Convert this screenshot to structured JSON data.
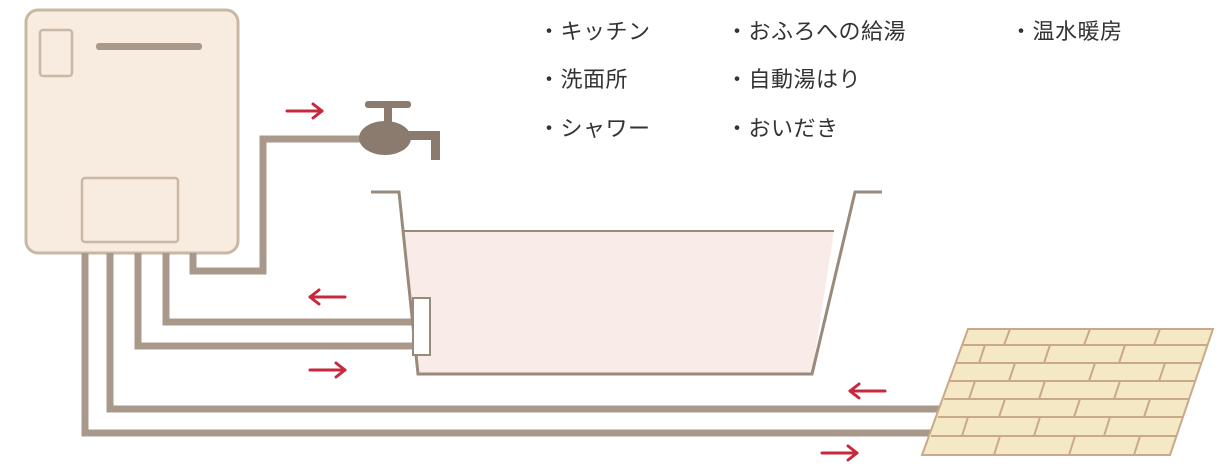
{
  "features": {
    "col1": [
      "・キッチン",
      "・洗面所",
      "・シャワー"
    ],
    "col2": [
      "・おふろへの給湯",
      "・自動湯はり",
      "・おいだき"
    ],
    "col3": [
      "・温水暖房"
    ]
  },
  "colors": {
    "pipe": "#a8998b",
    "arrow": "#c8283c",
    "heater_fill": "#f8ebe0",
    "heater_stroke": "#c9b8a6",
    "water": "#f9ebe8",
    "tub_stroke": "#9a8a7c",
    "faucet": "#8a7b6e",
    "floor_fill": "#f5e8c5",
    "floor_line": "#c9a98a"
  }
}
